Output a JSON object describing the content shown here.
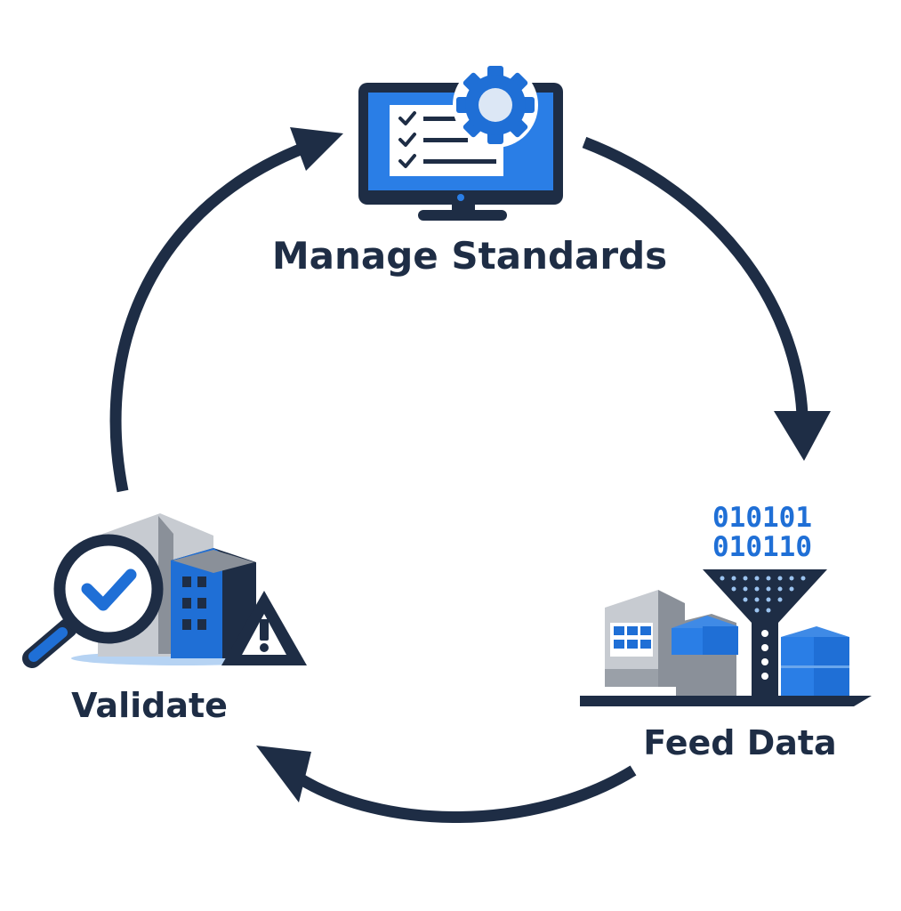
{
  "stages": {
    "manage": {
      "label": "Manage Standards",
      "icon": "monitor-checklist-gear-icon"
    },
    "feed": {
      "label": "Feed Data",
      "icon": "data-funnel-warehouse-icon",
      "binary": [
        "010101",
        "010110"
      ]
    },
    "validate": {
      "label": "Validate",
      "icon": "magnifier-building-warning-icon"
    }
  },
  "colors": {
    "navy": "#1e2d45",
    "blue": "#1f6fd6",
    "light_blue": "#3f8ae6",
    "pale_blue": "#9cc4f0",
    "gray": "#8a9099",
    "light_gray": "#c7cbd1",
    "white": "#ffffff"
  }
}
